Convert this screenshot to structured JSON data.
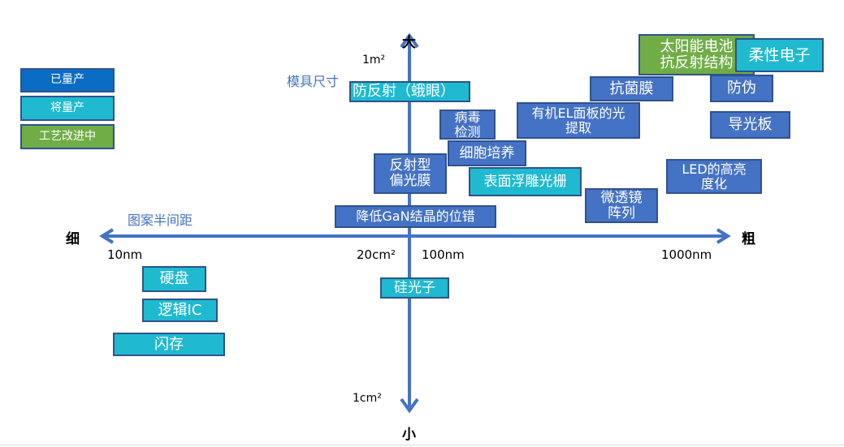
{
  "legend": [
    {
      "label": "已量产",
      "color": "#0b6cc4"
    },
    {
      "label": "将量产",
      "color": "#1fbad0"
    },
    {
      "label": "工艺改进中",
      "color": "#70ad47"
    }
  ],
  "axes": {
    "vertical_title": "模具尺寸",
    "vertical_top": "大",
    "vertical_bottom": "小",
    "vertical_top_tick": "1m²",
    "vertical_bottom_tick": "1cm²",
    "vertical_mid_tick": "20cm²",
    "horizontal_title": "图案半间距",
    "horizontal_left": "细",
    "horizontal_right": "粗",
    "ticks": [
      "10nm",
      "100nm",
      "1000nm"
    ],
    "axis_color": "#4472c4"
  },
  "items": [
    {
      "label": "防反射（蛾眼）",
      "status": "将量产"
    },
    {
      "label": "病毒\n检测",
      "status": "已量产"
    },
    {
      "label": "有机EL面板的光\n提取",
      "status": "已量产"
    },
    {
      "label": "抗菌膜",
      "status": "已量产"
    },
    {
      "label": "太阳能电池\n抗反射结构",
      "status": "工艺改进中"
    },
    {
      "label": "柔性电子",
      "status": "将量产"
    },
    {
      "label": "防伪",
      "status": "已量产"
    },
    {
      "label": "导光板",
      "status": "已量产"
    },
    {
      "label": "细胞培养",
      "status": "已量产"
    },
    {
      "label": "反射型\n偏光膜",
      "status": "已量产"
    },
    {
      "label": "表面浮雕光栅",
      "status": "将量产"
    },
    {
      "label": "LED的高亮\n度化",
      "status": "已量产"
    },
    {
      "label": "微透镜\n阵列",
      "status": "已量产"
    },
    {
      "label": "降低GaN结晶的位错",
      "status": "已量产"
    },
    {
      "label": "硅光子",
      "status": "将量产"
    },
    {
      "label": "硬盘",
      "status": "将量产"
    },
    {
      "label": "逻辑IC",
      "status": "将量产"
    },
    {
      "label": "闪存",
      "status": "将量产"
    }
  ]
}
